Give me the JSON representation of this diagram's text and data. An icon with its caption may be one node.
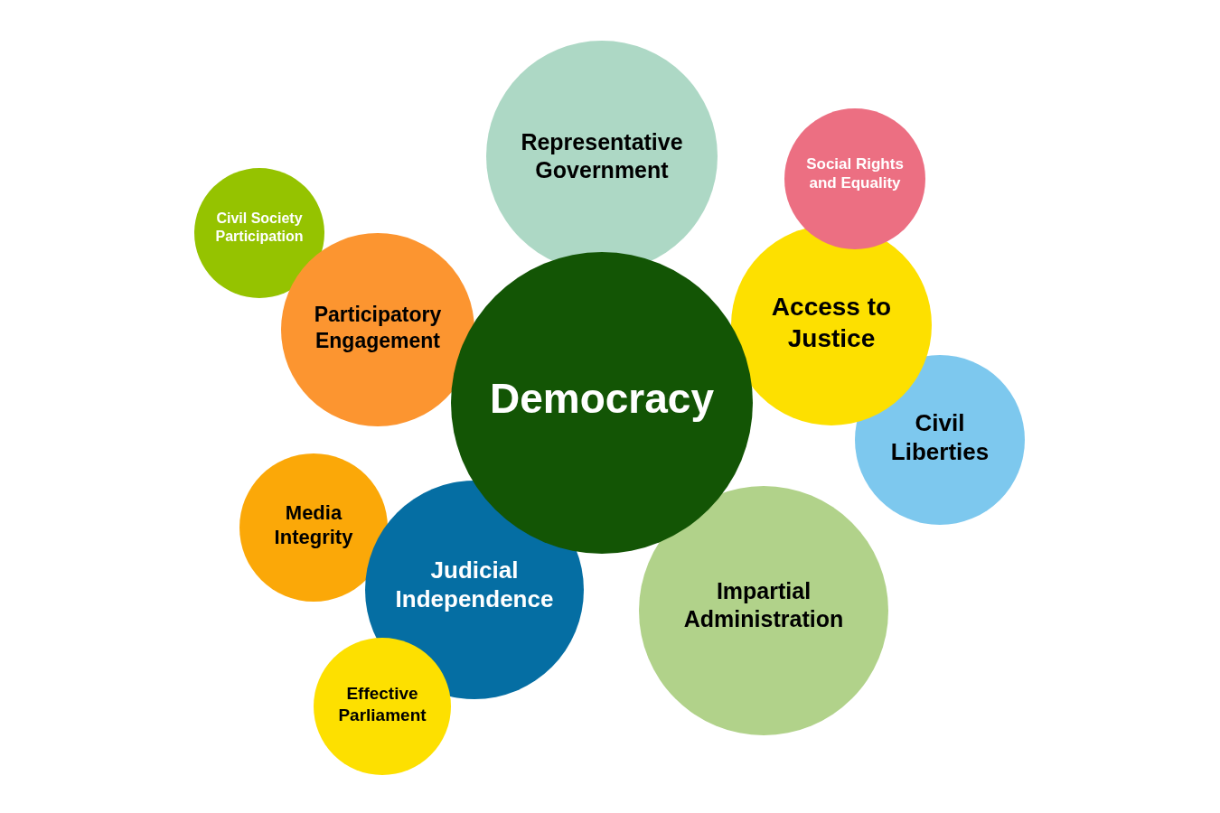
{
  "diagram": {
    "nodes": [
      {
        "text": [
          "Representative Government"
        ]
      },
      {
        "text": [
          "Social Rights and Equality"
        ]
      },
      {
        "text": [
          "Civil Society Participation"
        ]
      },
      {
        "text": [
          "Participatory Engagement"
        ]
      },
      {
        "text": [
          "Access to Justice"
        ]
      },
      {
        "text": [
          "Democracy"
        ]
      },
      {
        "text": [
          "Civil Liberties"
        ]
      },
      {
        "text": [
          "Media Integrity"
        ]
      },
      {
        "text": [
          "Judicial Independence"
        ]
      },
      {
        "text": [
          "Impartial Administration"
        ]
      },
      {
        "text": [
          "Effective Parliament"
        ]
      }
    ]
  }
}
